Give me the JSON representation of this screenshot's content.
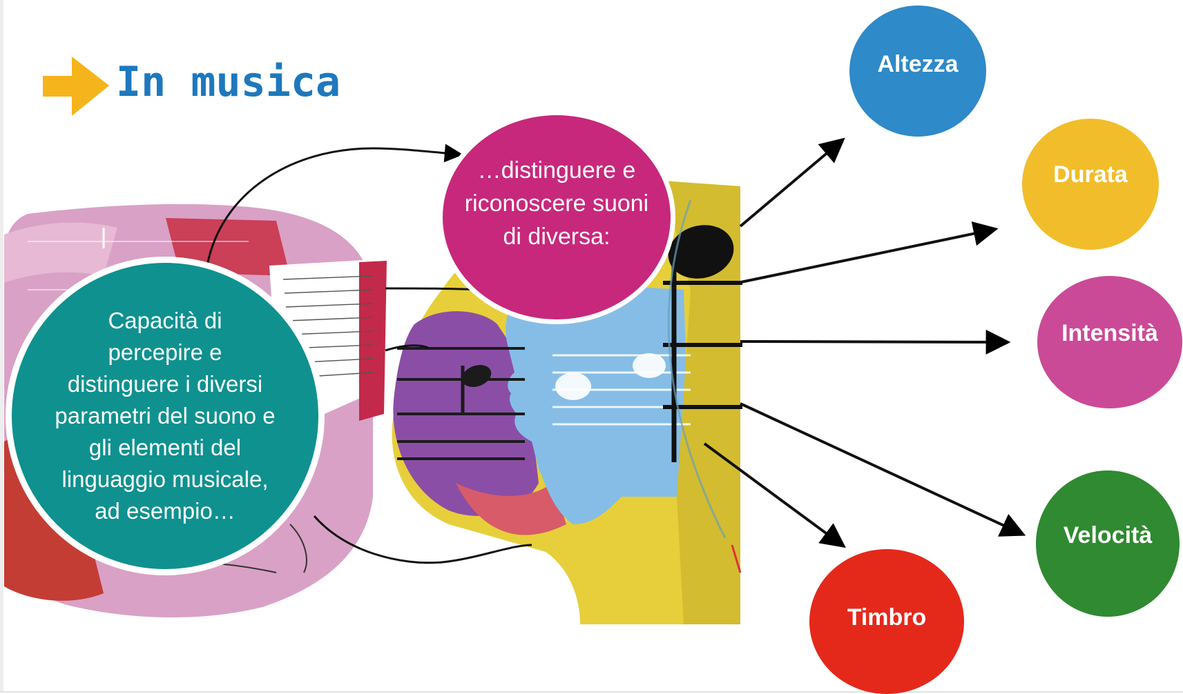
{
  "title": "In musica",
  "main_bubble": {
    "lines": [
      "Capacità di",
      "percepire e",
      "distinguere i diversi",
      "parametri del suono e",
      "gli elementi del",
      "linguaggio musicale,",
      "ad esempio…"
    ]
  },
  "sub_bubble": {
    "lines": [
      "…distinguere e",
      "riconoscere suoni",
      "di diversa:"
    ]
  },
  "parameters": {
    "altezza": "Altezza",
    "durata": "Durata",
    "intensita": "Intensità",
    "velocita": "Velocità",
    "timbro": "Timbro"
  },
  "colors": {
    "title": "#1e78bd",
    "title_arrow": "#f5b41b",
    "main_bubble": "#0f9190",
    "sub_bubble": "#c7287c",
    "altezza": "#2e8ac8",
    "durata": "#f2bd2a",
    "intensita": "#ca4a97",
    "velocita": "#2f8a31",
    "timbro": "#e4291b"
  },
  "icons": {
    "title_arrow": "right-arrow-icon"
  }
}
